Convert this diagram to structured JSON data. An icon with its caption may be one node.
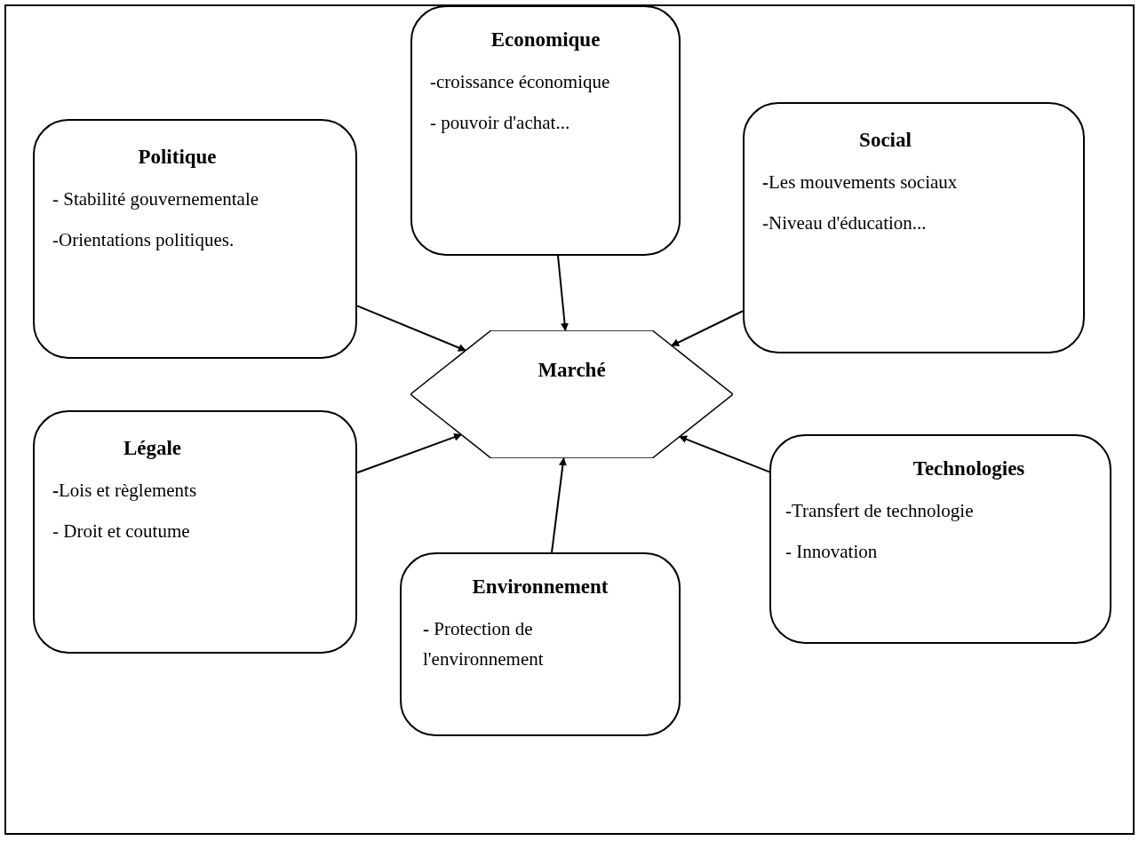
{
  "diagram": {
    "nodes": [
      {
        "text": [
          "Economique",
          "-croissance économique",
          "- pouvoir d'achat..."
        ]
      },
      {
        "text": [
          "Politique",
          "- Stabilité gouvernementale",
          "-Orientations politiques."
        ]
      },
      {
        "text": [
          "Social",
          "**-**Les mouvements sociaux",
          "-Niveau d'éducation..."
        ]
      },
      {
        "text": [
          "Marché"
        ]
      },
      {
        "text": [
          "Légale",
          "**-**Lois et règlements",
          "- Droit et coutume"
        ]
      },
      {
        "text": [
          "Technologies",
          "-Transfert de technologie",
          "- Innovation"
        ]
      },
      {
        "text": [
          "Environnement",
          "**-** Protection de l'environnement"
        ]
      }
    ],
    "edges": [
      {
        "from": 0,
        "to": 3,
        "arrow": "to"
      },
      {
        "from": 1,
        "to": 3,
        "arrow": "to"
      },
      {
        "from": 2,
        "to": 3,
        "arrow": "to"
      },
      {
        "from": 4,
        "to": 3,
        "arrow": "to"
      },
      {
        "from": 5,
        "to": 3,
        "arrow": "to"
      },
      {
        "from": 6,
        "to": 3,
        "arrow": "to"
      }
    ]
  }
}
